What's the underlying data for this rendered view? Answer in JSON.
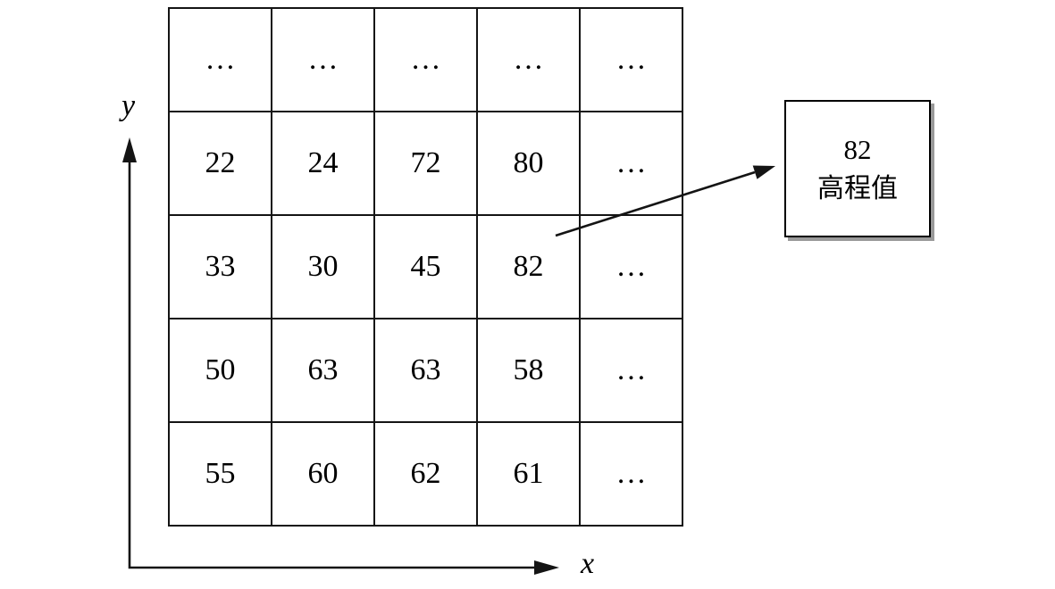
{
  "grid": {
    "rows": [
      [
        "…",
        "…",
        "…",
        "…",
        "…"
      ],
      [
        "22",
        "24",
        "72",
        "80",
        "…"
      ],
      [
        "33",
        "30",
        "45",
        "82",
        "…"
      ],
      [
        "50",
        "63",
        "63",
        "58",
        "…"
      ],
      [
        "55",
        "60",
        "62",
        "61",
        "…"
      ]
    ]
  },
  "axes": {
    "x_label": "x",
    "y_label": "y"
  },
  "callout": {
    "value": "82",
    "label": "高程值"
  },
  "colors": {
    "line": "#141414",
    "shadow": "#9a9a9a"
  },
  "chart_data": {
    "type": "heatmap",
    "title": "",
    "xlabel": "x",
    "ylabel": "y",
    "rows_top_to_bottom": [
      [
        null,
        null,
        null,
        null,
        null
      ],
      [
        22,
        24,
        72,
        80,
        null
      ],
      [
        33,
        30,
        45,
        82,
        null
      ],
      [
        50,
        63,
        63,
        58,
        null
      ],
      [
        55,
        60,
        62,
        61,
        null
      ]
    ],
    "annotation": {
      "target_value": 82,
      "label": "高程值"
    }
  }
}
